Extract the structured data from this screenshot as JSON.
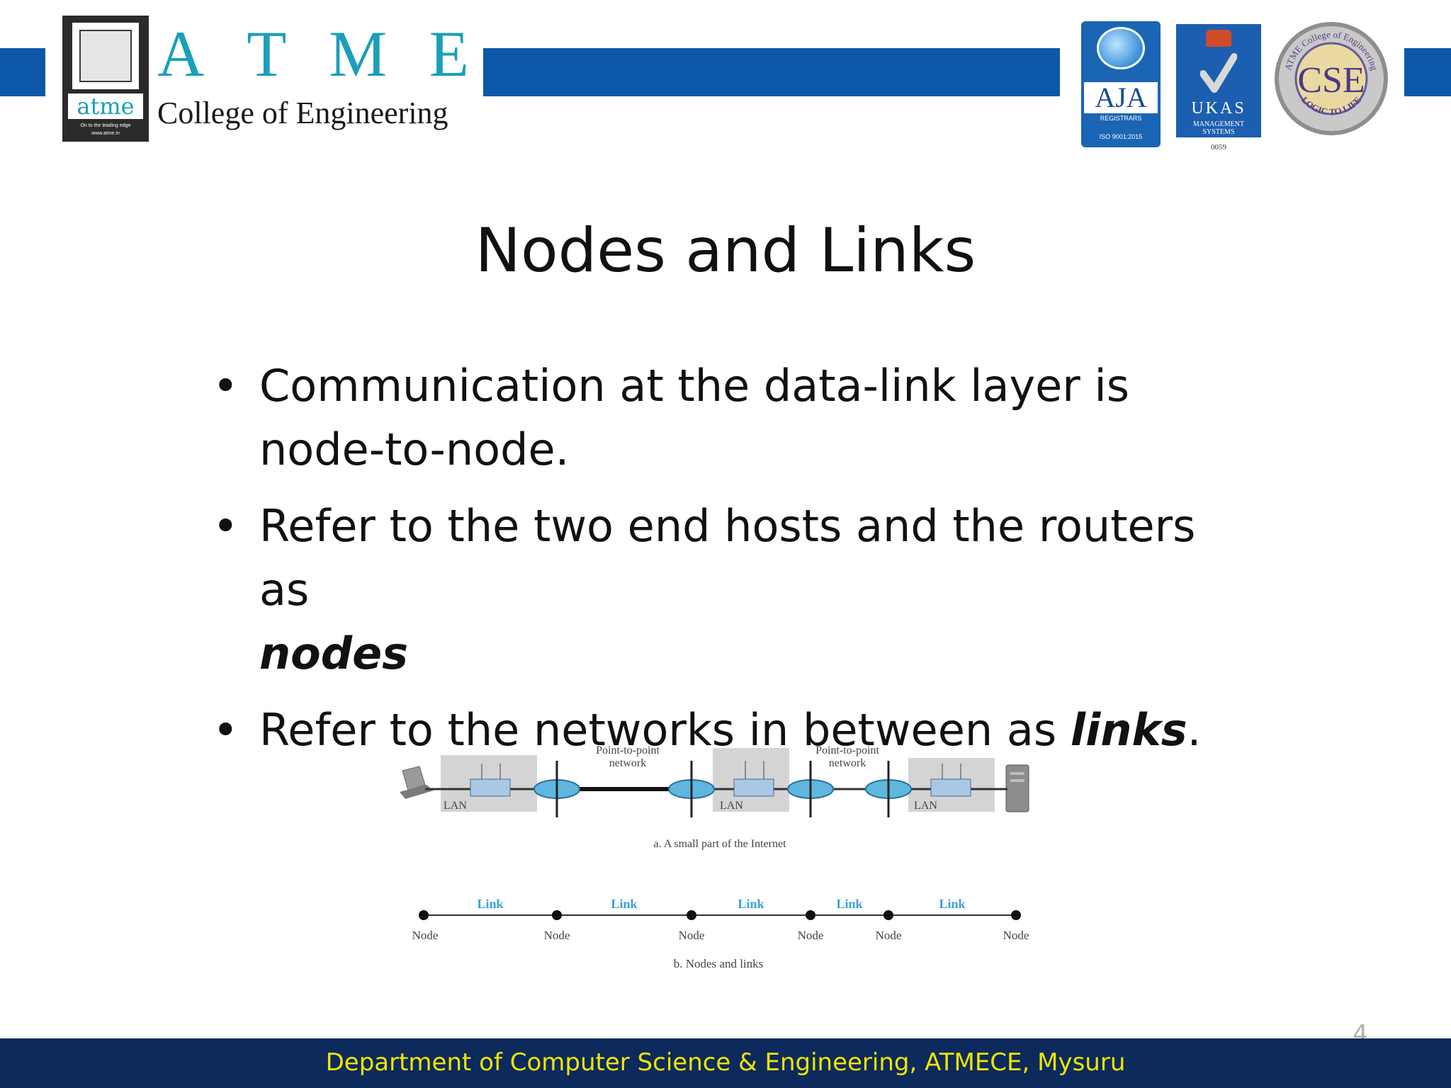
{
  "header": {
    "logo_word": "atme",
    "logo_tagline": "On to the leading edge",
    "logo_url": "www.atme.in",
    "letters": [
      "A",
      "T",
      "M",
      "E"
    ],
    "college_name": "College of Engineering",
    "aja": {
      "name": "AJA",
      "sub": "REGISTRARS",
      "iso": "ISO 9001:2015"
    },
    "ukas": {
      "name": "UKAS",
      "sub1": "MANAGEMENT",
      "sub2": "SYSTEMS",
      "number": "0059"
    },
    "cse": {
      "center": "CSE",
      "ring_top": "ATME College of Engineering",
      "ring_bottom": "LOGIC TO LIFE"
    }
  },
  "slide": {
    "title": "Nodes and Links",
    "bullets": [
      {
        "before": "Communication at the data-link layer is node-to-node.",
        "emph": "",
        "after": ""
      },
      {
        "before": "Refer to the two end hosts and the routers as ",
        "emph": "nodes",
        "after": ""
      },
      {
        "before": "Refer to the networks in between as ",
        "emph": "links",
        "after": "."
      }
    ]
  },
  "diagram": {
    "p2p_label_1": "Point-to-point",
    "p2p_label_2": "network",
    "lan_label": "LAN",
    "caption_a": "a. A small part of the Internet",
    "link_label": "Link",
    "node_label": "Node",
    "caption_b": "b. Nodes and links"
  },
  "footer": {
    "text": "Department of Computer Science & Engineering, ATMECE, Mysuru",
    "page_number": "4"
  }
}
